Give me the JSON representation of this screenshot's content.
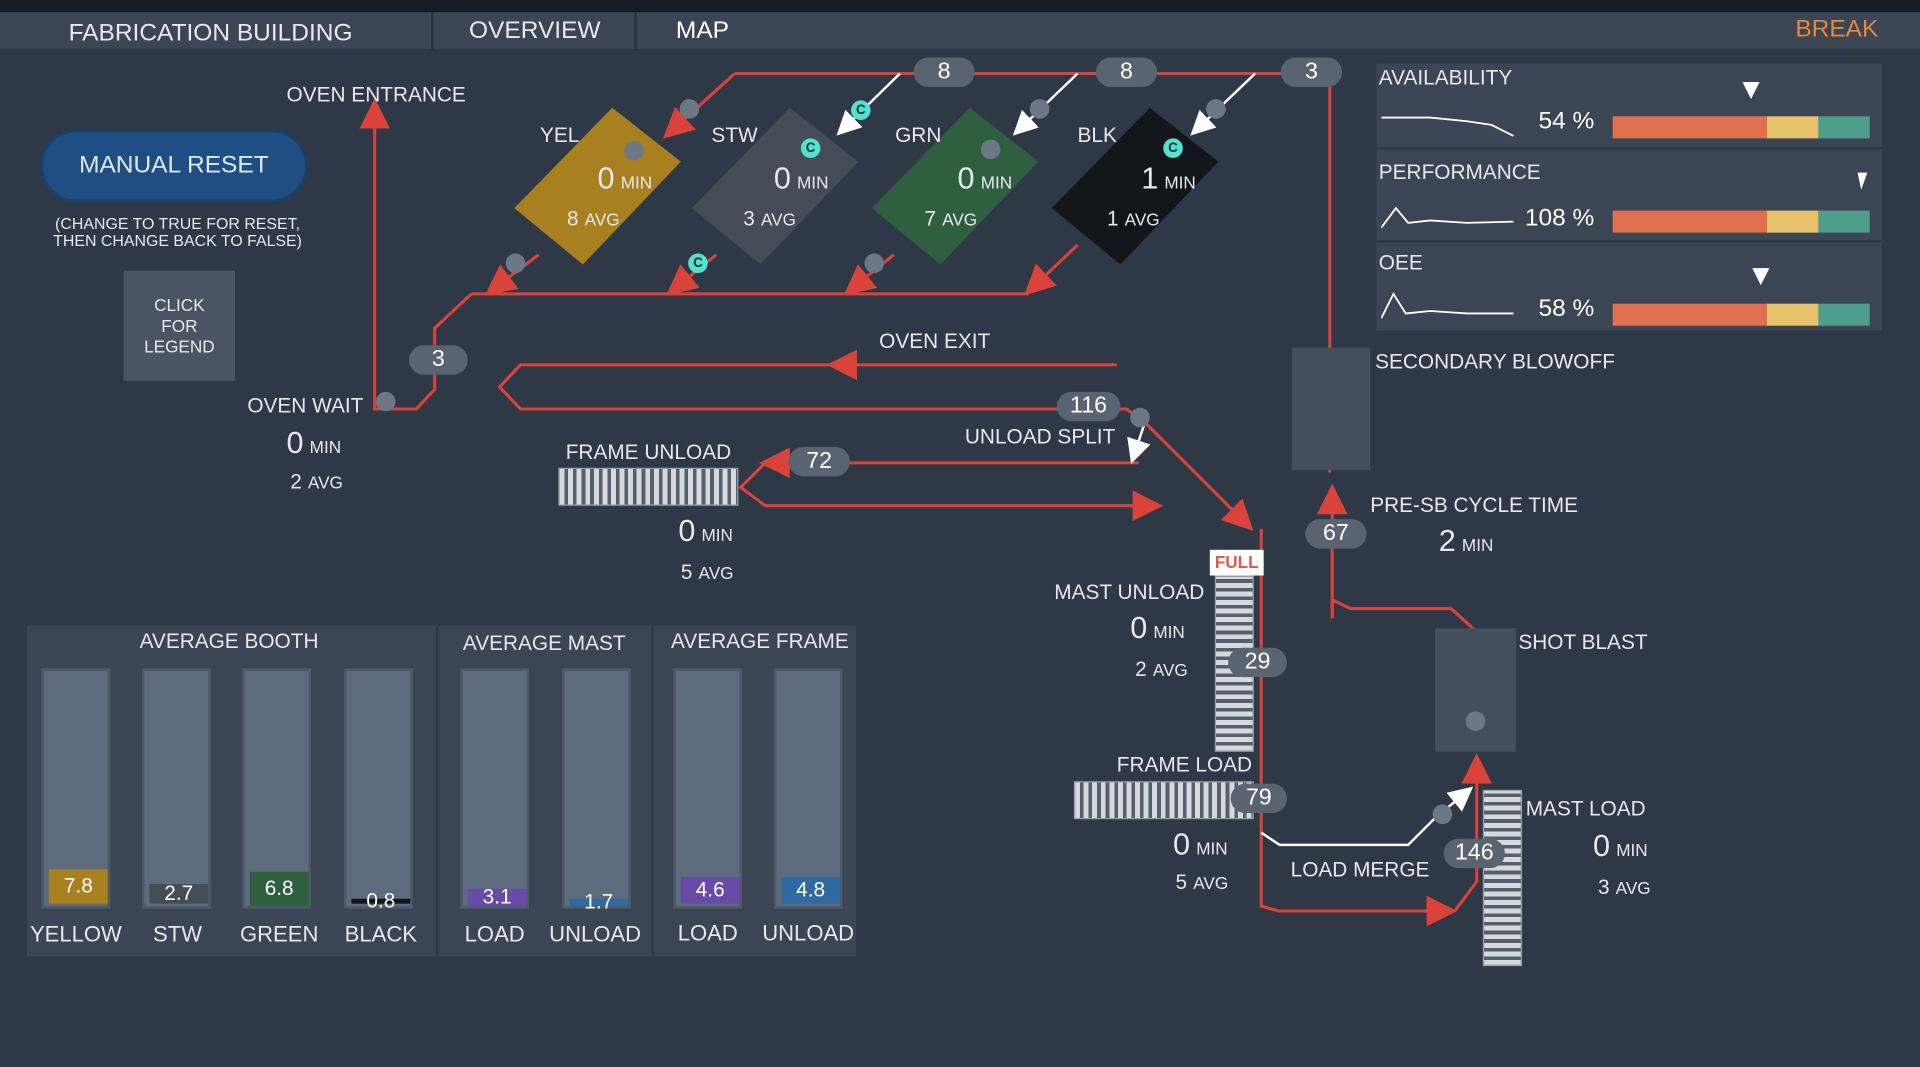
{
  "header": {
    "title": "FABRICATION BUILDING",
    "tabs": [
      {
        "label": "OVERVIEW"
      },
      {
        "label": "MAP"
      }
    ],
    "status": "BREAK"
  },
  "controls": {
    "manual_reset": "MANUAL RESET",
    "reset_note_1": "(CHANGE TO TRUE FOR RESET,",
    "reset_note_2": "THEN CHANGE BACK TO FALSE)",
    "legend_1": "CLICK",
    "legend_2": "FOR",
    "legend_3": "LEGEND"
  },
  "map": {
    "oven_entrance": "OVEN ENTRANCE",
    "oven_wait": {
      "label": "OVEN WAIT",
      "min": "0",
      "avg": "2"
    },
    "oven_wait_count": "3",
    "oven_exit": "OVEN EXIT",
    "unload_split": "UNLOAD SPLIT",
    "unload_split_count": "116",
    "frame_unload": {
      "label": "FRAME UNLOAD",
      "min": "0",
      "avg": "5",
      "count": "72"
    },
    "mast_unload": {
      "label": "MAST UNLOAD",
      "min": "0",
      "avg": "2",
      "count": "29",
      "full": "FULL"
    },
    "frame_load": {
      "label": "FRAME LOAD",
      "min": "0",
      "avg": "5",
      "count": "79"
    },
    "load_merge": "LOAD MERGE",
    "mast_load": {
      "label": "MAST LOAD",
      "min": "0",
      "avg": "3",
      "count": "146"
    },
    "shot_blast": "SHOT BLAST",
    "secondary_blowoff": "SECONDARY BLOWOFF",
    "pre_sb": {
      "label": "PRE-SB CYCLE TIME",
      "min": "2",
      "count": "67"
    },
    "top_counts": [
      "8",
      "8",
      "3"
    ],
    "booths": [
      {
        "name": "YEL",
        "min": "0",
        "avg": "8",
        "color": "#a8801f"
      },
      {
        "name": "STW",
        "min": "0",
        "avg": "3",
        "color": "#434c57"
      },
      {
        "name": "GRN",
        "min": "0",
        "avg": "7",
        "color": "#2e6040"
      },
      {
        "name": "BLK",
        "min": "1",
        "avg": "1",
        "color": "#12161b"
      }
    ],
    "unit_min": "MIN",
    "unit_avg": "AVG",
    "c_label": "C"
  },
  "kpis": [
    {
      "name": "AVAILABILITY",
      "value": "54 %"
    },
    {
      "name": "PERFORMANCE",
      "value": "108 %"
    },
    {
      "name": "OEE",
      "value": "58 %"
    }
  ],
  "kpi_colors": {
    "low": "#e07050",
    "mid": "#e6c36a",
    "high": "#4e9e8c"
  },
  "averages": {
    "booth_title": "AVERAGE BOOTH",
    "mast_title": "AVERAGE MAST",
    "frame_title": "AVERAGE FRAME",
    "bars": [
      {
        "name": "YELLOW",
        "value": "7.8",
        "color": "#a8801f"
      },
      {
        "name": "STW",
        "value": "2.7",
        "color": "#434c57"
      },
      {
        "name": "GREEN",
        "value": "6.8",
        "color": "#2e6040"
      },
      {
        "name": "BLACK",
        "value": "0.8",
        "color": "#12161b"
      },
      {
        "name": "LOAD",
        "value": "3.1",
        "color": "#6a4aa8"
      },
      {
        "name": "UNLOAD",
        "value": "1.7",
        "color": "#2f6aa0"
      },
      {
        "name": "LOAD",
        "value": "4.6",
        "color": "#6a4aa8"
      },
      {
        "name": "UNLOAD",
        "value": "4.8",
        "color": "#2f6aa0"
      }
    ]
  }
}
